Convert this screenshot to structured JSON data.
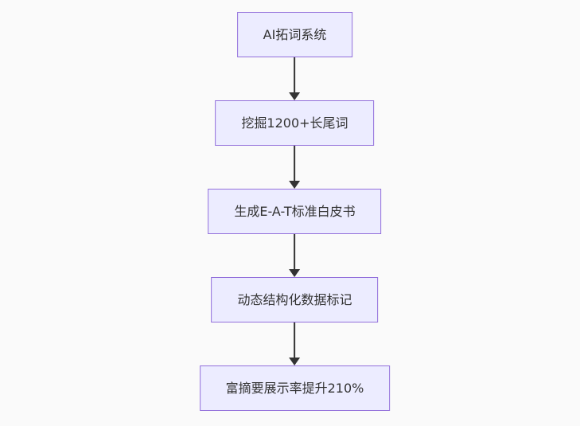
{
  "diagram": {
    "type": "flowchart",
    "direction": "top-down",
    "background_color": "#fafafa",
    "node_style": {
      "fill": "#ECECFF",
      "border_color": "#9370DB",
      "text_color": "#333333"
    },
    "edge_style": {
      "color": "#333333",
      "arrowhead": "filled-triangle-down"
    },
    "nodes": [
      {
        "id": "step-1",
        "label": "AI拓词系统"
      },
      {
        "id": "step-2",
        "label": "挖掘1200+长尾词"
      },
      {
        "id": "step-3",
        "label": "生成E-A-T标准白皮书"
      },
      {
        "id": "step-4",
        "label": "动态结构化数据标记"
      },
      {
        "id": "step-5",
        "label": "富摘要展示率提升210%"
      }
    ],
    "edges": [
      {
        "from": "step-1",
        "to": "step-2"
      },
      {
        "from": "step-2",
        "to": "step-3"
      },
      {
        "from": "step-3",
        "to": "step-4"
      },
      {
        "from": "step-4",
        "to": "step-5"
      }
    ]
  }
}
